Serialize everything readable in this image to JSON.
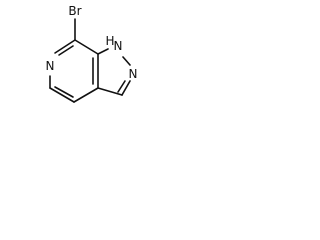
{
  "molecule": {
    "atoms": {
      "bromine": "Br",
      "pyridine_nitrogen": "N",
      "nh_nitrogen": "N",
      "nh_hydrogen": "H",
      "pyrazole_nitrogen": "N"
    }
  }
}
